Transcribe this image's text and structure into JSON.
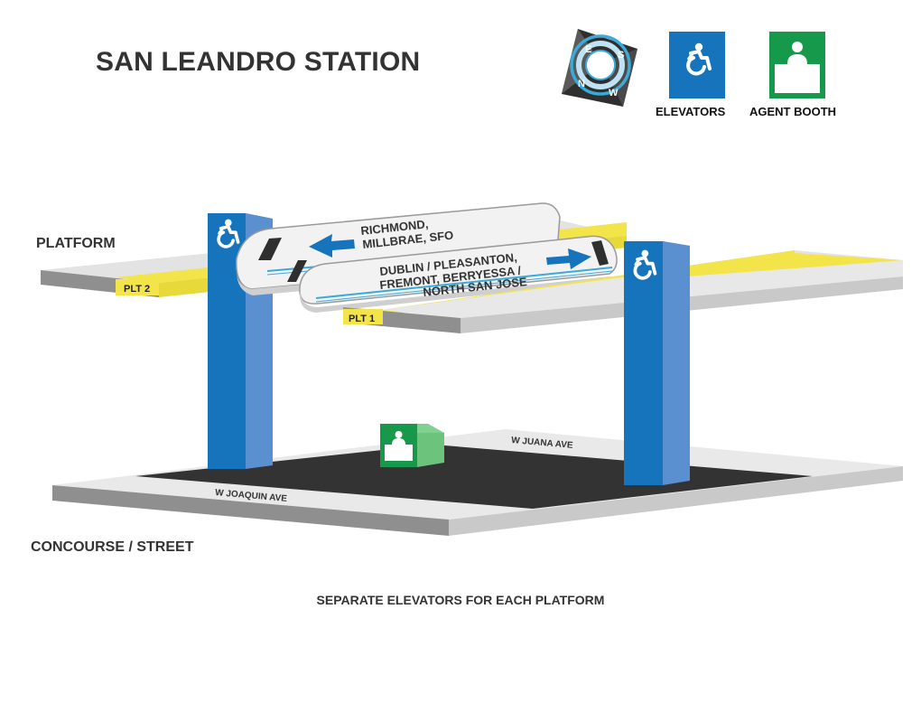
{
  "title": "SAN LEANDRO STATION",
  "legend": {
    "elevators": "ELEVATORS",
    "agent_booth": "AGENT BOOTH"
  },
  "compass": {
    "n": "N",
    "s": "S",
    "e": "E",
    "w": "W"
  },
  "levels": {
    "platform": "PLATFORM",
    "concourse": "CONCOURSE / STREET"
  },
  "platforms": {
    "plt1": "PLT 1",
    "plt2": "PLT 2"
  },
  "trains": {
    "back": {
      "line1": "RICHMOND,",
      "line2": "MILLBRAE, SFO"
    },
    "front": {
      "line1": "DUBLIN / PLEASANTON,",
      "line2": "FREMONT, BERRYESSA /",
      "line3": "NORTH SAN JOSE"
    }
  },
  "streets": {
    "joaquin": "W JOAQUIN AVE",
    "juana": "W JUANA AVE"
  },
  "note": "SEPARATE ELEVATORS FOR EACH PLATFORM",
  "colors": {
    "elevator_blue": "#1574bb",
    "agent_green": "#16994a",
    "platform_yellow": "#f3e44a",
    "text_dark": "#333333"
  },
  "icons": [
    "compass-icon",
    "accessible-elevator-icon",
    "agent-booth-icon",
    "arrow-left-icon",
    "arrow-right-icon"
  ]
}
